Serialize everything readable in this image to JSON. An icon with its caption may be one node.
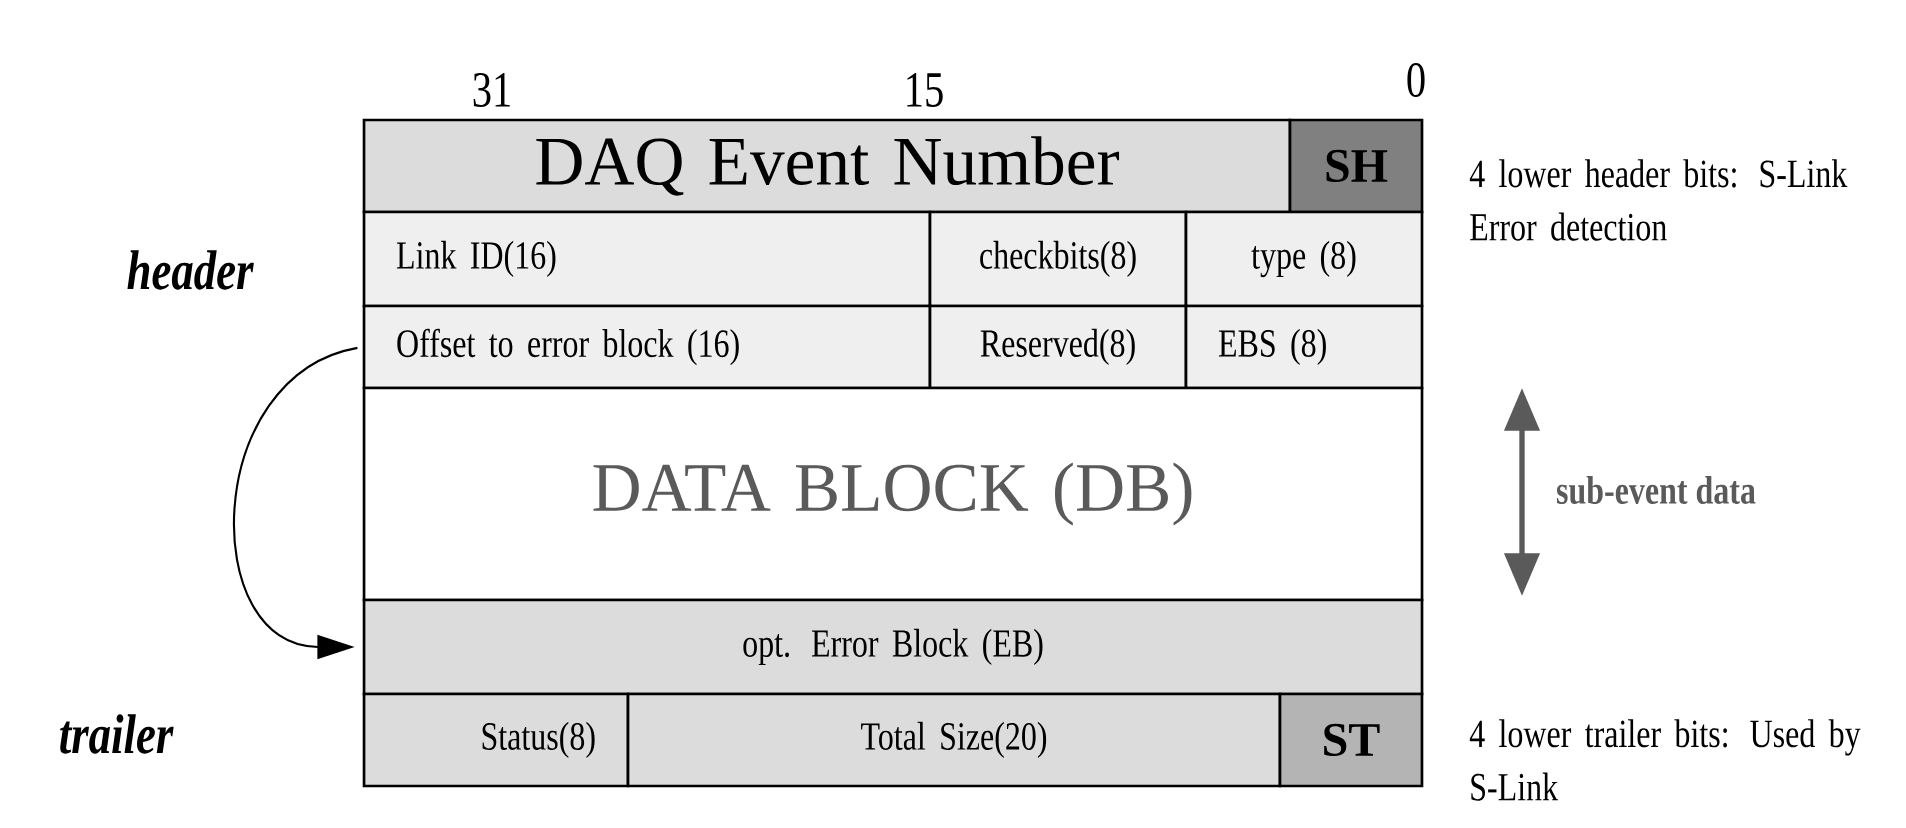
{
  "diagram": {
    "nodes": [
      {
        "text": [
          "DAQ Event Number"
        ]
      },
      {
        "text": [
          "SH"
        ]
      },
      {
        "text": [
          "Link ID(16)"
        ]
      },
      {
        "text": [
          "checkbits(8)"
        ]
      },
      {
        "text": [
          "type (8)"
        ]
      },
      {
        "text": [
          "Offset to error block (16)"
        ]
      },
      {
        "text": [
          "Reserved(8)"
        ]
      },
      {
        "text": [
          "EBS (8)"
        ]
      },
      {
        "text": [
          "DATA BLOCK (DB)"
        ]
      },
      {
        "text": [
          "opt. Error Block (EB)"
        ]
      },
      {
        "text": [
          "Status(8)"
        ]
      },
      {
        "text": [
          "Total Size(20)"
        ]
      },
      {
        "text": [
          "ST"
        ]
      }
    ],
    "edges": [
      {
        "from": 5,
        "to": 9,
        "arrow": "to"
      }
    ],
    "labels": [
      "31",
      "15",
      "0",
      "header",
      "4 lower header bits: S-Link Error detection",
      "sub-event data",
      "trailer",
      "4 lower trailer bits: Used by S-Link"
    ]
  }
}
